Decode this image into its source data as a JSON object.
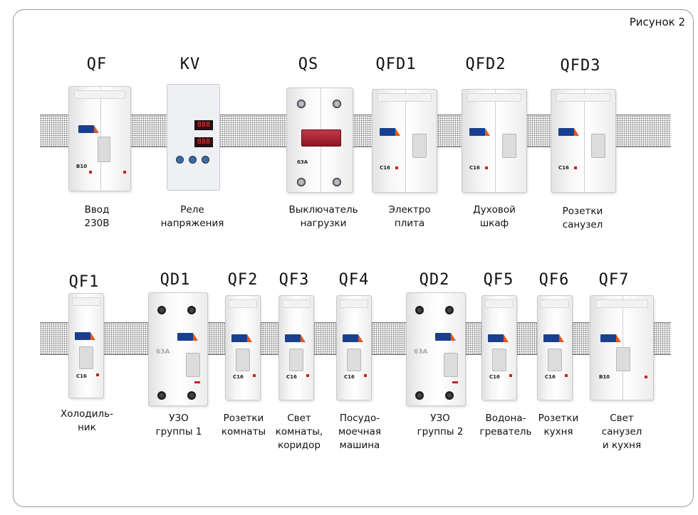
{
  "figure_label": "Рисунок 2",
  "row1": [
    {
      "code": "QF",
      "caption": [
        "Ввод",
        "230В"
      ],
      "rating": "B10"
    },
    {
      "code": "KV",
      "caption": [
        "Реле",
        "напряжения"
      ],
      "rating": ""
    },
    {
      "code": "QS",
      "caption": [
        "Выключатель",
        "нагрузки"
      ],
      "rating": "63A"
    },
    {
      "code": "QFD1",
      "caption": [
        "Электро",
        "плита"
      ],
      "rating": "C16"
    },
    {
      "code": "QFD2",
      "caption": [
        "Духовой",
        "шкаф"
      ],
      "rating": "C16"
    },
    {
      "code": "QFD3",
      "caption": [
        "Розетки",
        "санузел"
      ],
      "rating": "C16"
    }
  ],
  "row2": [
    {
      "code": "QF1",
      "caption": [
        "Холодиль-",
        "ник"
      ],
      "rating": "C16"
    },
    {
      "code": "QD1",
      "caption": [
        "УЗО",
        "группы 1"
      ],
      "rating": "63A"
    },
    {
      "code": "QF2",
      "caption": [
        "Розетки",
        "комнаты"
      ],
      "rating": "C16"
    },
    {
      "code": "QF3",
      "caption": [
        "Свет",
        "комнаты,",
        "коридор"
      ],
      "rating": "C16"
    },
    {
      "code": "QF4",
      "caption": [
        "Посудо-",
        "моечная",
        "машина"
      ],
      "rating": "C16"
    },
    {
      "code": "QD2",
      "caption": [
        "УЗО",
        "группы 2"
      ],
      "rating": "63A"
    },
    {
      "code": "QF5",
      "caption": [
        "Водона-",
        "греватель"
      ],
      "rating": "C16"
    },
    {
      "code": "QF6",
      "caption": [
        "Розетки",
        "кухня"
      ],
      "rating": "C16"
    },
    {
      "code": "QF7",
      "caption": [
        "Свет",
        "санузел",
        "и кухня"
      ],
      "rating": "B10"
    }
  ],
  "brand": {
    "blue": "#1b3f8f",
    "orange": "#e05a1e",
    "qs_red": "#a8202e",
    "relay_digit": "#ff3a2a"
  },
  "relay_display": [
    "888",
    "888"
  ]
}
